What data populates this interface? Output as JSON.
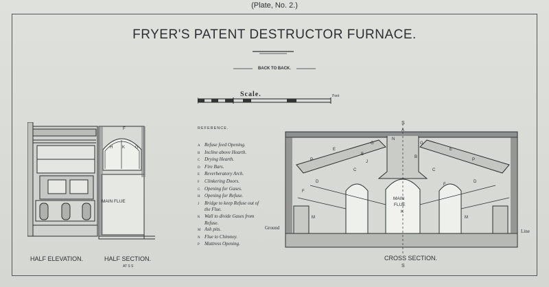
{
  "plate": "(Plate, No. 2.)",
  "title": "FRYER'S PATENT DESTRUCTOR FURNACE.",
  "back_to_back": "BACK TO BACK.",
  "scale": {
    "label": "Scale.",
    "feet": "Feet"
  },
  "reference": {
    "heading": "REFERENCE.",
    "items": [
      {
        "key": "A",
        "text": "Refuse feed Opening."
      },
      {
        "key": "B",
        "text": "Incline above Hearth."
      },
      {
        "key": "C",
        "text": "Drying Hearth."
      },
      {
        "key": "D",
        "text": "Fire Bars."
      },
      {
        "key": "E",
        "text": "Reverberatory Arch."
      },
      {
        "key": "F",
        "text": "Clinkering Doors."
      },
      {
        "key": "G",
        "text": "Opening for Gases."
      },
      {
        "key": "H",
        "text": "Opening for Refuse."
      },
      {
        "key": "J",
        "text": "Bridge to keep Refuse out of the Flue."
      },
      {
        "key": "K",
        "text": "Wall to divide Gases from Refuse."
      },
      {
        "key": "M",
        "text": "Ash pits."
      },
      {
        "key": "N",
        "text": "Flue to Chimney."
      },
      {
        "key": "P",
        "text": "Mattress Opening."
      }
    ]
  },
  "captions": {
    "half_elevation": "HALF ELEVATION.",
    "half_section": "HALF SECTION.",
    "at": "AT S S",
    "cross_section": "CROSS SECTION.",
    "section_mark": "S"
  },
  "labels": {
    "main_flue_left": "MAIN FLUE",
    "main_flue_cross_1": "MAIN",
    "main_flue_cross_2": "FLUE",
    "ground": "Ground",
    "line": "Line",
    "f": "F",
    "h": "H",
    "k": "K",
    "g": "G",
    "a": "A",
    "n": "N",
    "e": "E",
    "c": "C",
    "b": "B",
    "d": "D",
    "j": "J",
    "m": "M",
    "p": "P"
  }
}
